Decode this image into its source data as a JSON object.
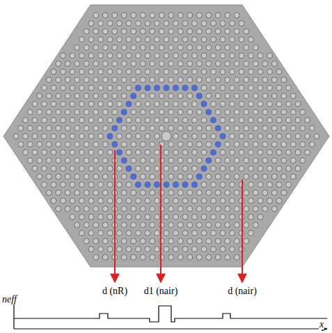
{
  "diagram": {
    "labels": [
      "d (nR)",
      "d1 (nair)",
      "d (nair)",
      "neff",
      "x"
    ]
  }
}
